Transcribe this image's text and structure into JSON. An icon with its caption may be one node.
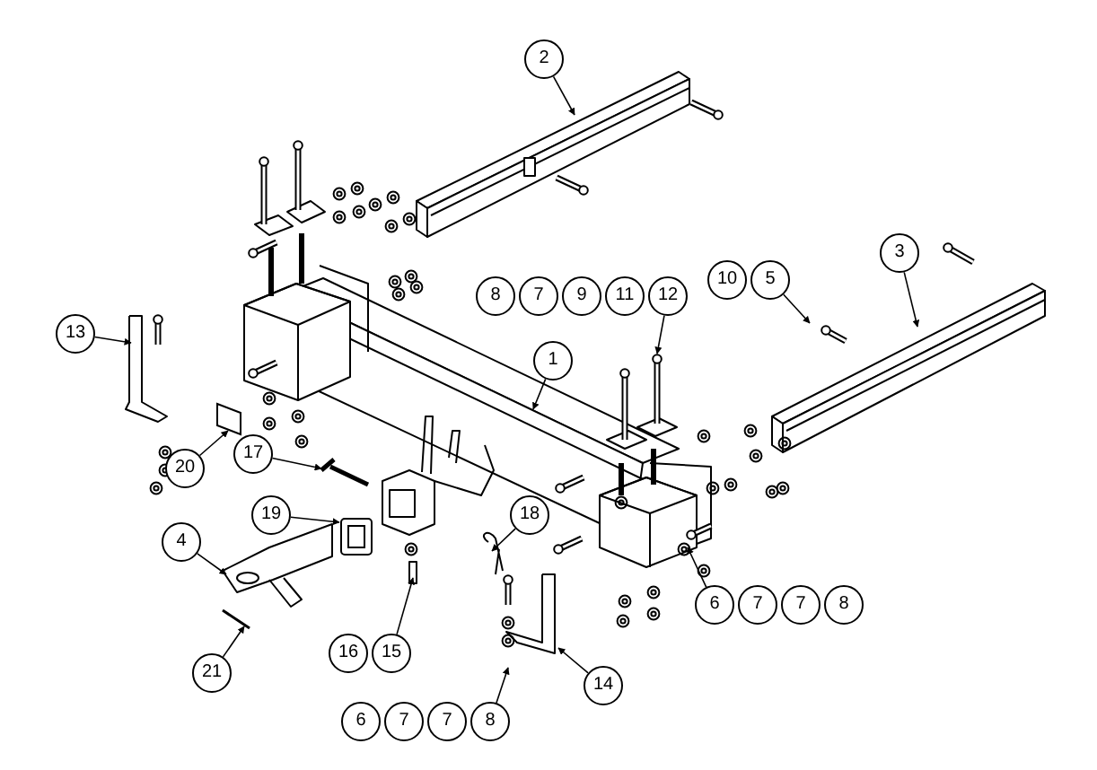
{
  "diagram": {
    "nodes": [
      {
        "text": [
          "2"
        ]
      },
      {
        "text": [
          "3"
        ]
      },
      {
        "text": [
          "10"
        ]
      },
      {
        "text": [
          "5"
        ]
      },
      {
        "text": [
          "8"
        ]
      },
      {
        "text": [
          "7"
        ]
      },
      {
        "text": [
          "9"
        ]
      },
      {
        "text": [
          "11"
        ]
      },
      {
        "text": [
          "12"
        ]
      },
      {
        "text": [
          "13"
        ]
      },
      {
        "text": [
          "1"
        ]
      },
      {
        "text": [
          "17"
        ]
      },
      {
        "text": [
          "20"
        ]
      },
      {
        "text": [
          "19"
        ]
      },
      {
        "text": [
          "18"
        ]
      },
      {
        "text": [
          "4"
        ]
      },
      {
        "text": [
          "6"
        ]
      },
      {
        "text": [
          "7"
        ]
      },
      {
        "text": [
          "7"
        ]
      },
      {
        "text": [
          "8"
        ]
      },
      {
        "text": [
          "16"
        ]
      },
      {
        "text": [
          "15"
        ]
      },
      {
        "text": [
          "21"
        ]
      },
      {
        "text": [
          "14"
        ]
      },
      {
        "text": [
          "6"
        ]
      },
      {
        "text": [
          "7"
        ]
      },
      {
        "text": [
          "7"
        ]
      },
      {
        "text": [
          "8"
        ]
      },
      {
        "text": [],
        "shape": "bolt"
      },
      {
        "text": [],
        "shape": "pin"
      },
      {
        "text": [],
        "shape": "plate"
      },
      {
        "text": [],
        "shape": "box"
      }
    ],
    "edges": [
      {
        "from": 0,
        "to": null,
        "arrow": "to"
      },
      {
        "from": 1,
        "to": null,
        "arrow": "to"
      },
      {
        "from": 3,
        "to": null,
        "arrow": "to"
      },
      {
        "from": 8,
        "to": 28,
        "arrow": "to"
      },
      {
        "from": 9,
        "to": null,
        "arrow": "to"
      },
      {
        "from": 10,
        "to": null,
        "arrow": "to"
      },
      {
        "from": 11,
        "to": 29,
        "arrow": "to"
      },
      {
        "from": 12,
        "to": 30,
        "arrow": "to"
      },
      {
        "from": 13,
        "to": 31,
        "arrow": "to"
      },
      {
        "from": 14,
        "to": null,
        "arrow": "to"
      },
      {
        "from": 15,
        "to": null,
        "arrow": "to"
      },
      {
        "from": 16,
        "to": null,
        "arrow": "to"
      },
      {
        "from": 21,
        "to": null,
        "arrow": "to"
      },
      {
        "from": 22,
        "to": null,
        "arrow": "to"
      },
      {
        "from": 23,
        "to": null,
        "arrow": "to"
      },
      {
        "from": 27,
        "to": null,
        "arrow": "to"
      }
    ]
  }
}
